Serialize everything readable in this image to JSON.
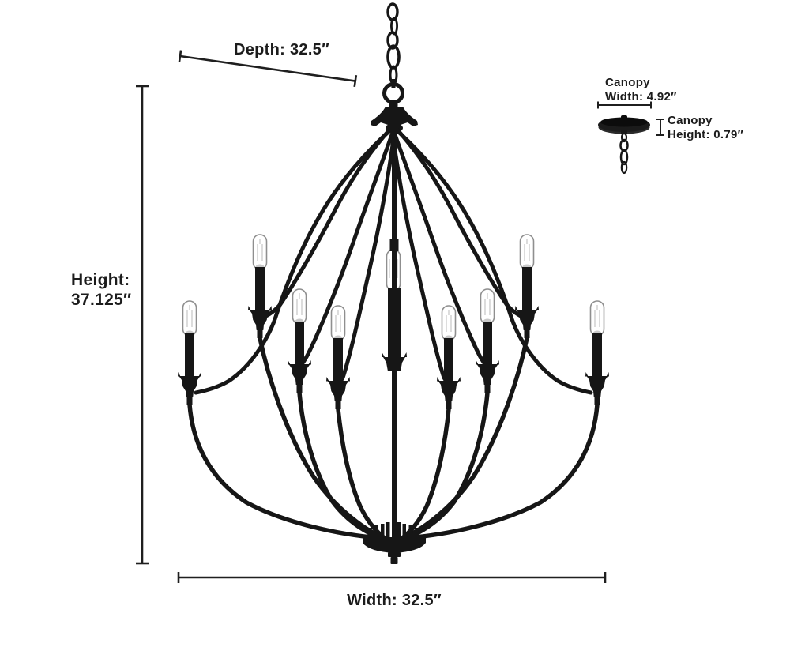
{
  "diagram": {
    "labels": {
      "depth": "Depth: 32.5″",
      "height": {
        "line1": "Height:",
        "line2": "37.125″"
      },
      "width": "Width: 32.5″",
      "canopy_width": {
        "line1": "Canopy",
        "line2": "Width: 4.92″"
      },
      "canopy_height": {
        "line1": "Canopy",
        "line2": "Height: 0.79″"
      }
    },
    "measurements": {
      "depth_inches": 32.5,
      "height_inches": 37.125,
      "width_inches": 32.5,
      "canopy_width_inches": 4.92,
      "canopy_height_inches": 0.79
    },
    "fixture": {
      "visible_bulb_count": 9
    },
    "colors": {
      "line": "#1f1f1f",
      "fixture_black": "#161616",
      "background": "#ffffff",
      "bulb_outline": "#8f8f8f"
    }
  }
}
